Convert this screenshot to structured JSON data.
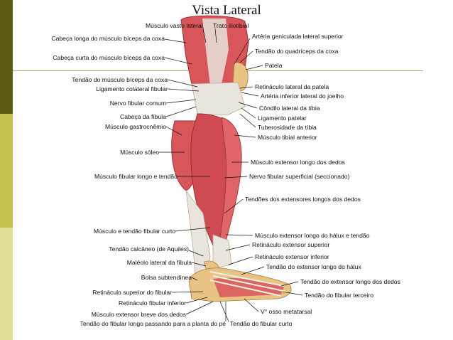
{
  "title": "Vista Lateral",
  "colors": {
    "bar_top": "#5c5c14",
    "bar_mid": "#c7c24e",
    "bar_bottom": "#e2df9a",
    "divider": "#b8b052",
    "muscle": "#d8555a",
    "tendon": "#e9e4dc",
    "bone": "#e8c384"
  },
  "labels_left": [
    "Cabeça longa do músculo bíceps da coxa",
    "Cabeça curta do músculo bíceps da coxa",
    "Tendão do músculo bíceps da coxa",
    "Ligamento colateral fibular",
    "Nervo fibular comum",
    "Cabeça da fíbula",
    "Músculo gastrocnêmio",
    "Músculo sóleo",
    "Músculo fibular longo e tendão",
    "Músculo e tendão fibular curto",
    "Tendão calcâneo (de Aquiles)",
    "Maléolo lateral da fíbula",
    "Bolsa subtendínea",
    "Retináculo superior do fibular",
    "Retináculo fibular inferior",
    "Músculo extensor breve dos dedos",
    "Tendão do fibular longo passando para a planta do pé"
  ],
  "labels_right": [
    "Artéria geniculada lateral superior",
    "Tendão do quadríceps da coxa",
    "Patela",
    "Retináculo lateral da patela",
    "Artéria inferior lateral do joelho",
    "Côndilo lateral da tíbia",
    "Ligamento patelar",
    "Tuberosidade da tíbia",
    "Músculo tibial anterior",
    "Músculo extensor longo dos dedos",
    "Nervo fibular superficial (seccionado)",
    "Tendões dos extensores longos dos dedos",
    "Músculo extensor longo do hálux e tendão",
    "Retináculo extensor superior",
    "Retináculo extensor inferior",
    "Tendão do extensor longo do hálux",
    "Tendão do extensor longo dos dedos",
    "Tendão do fibular terceiro",
    "V° osso metatarsal",
    "Tendão do fibular curto"
  ],
  "labels_top": [
    "Músculo vasto lateral",
    "Trato iliotibial"
  ]
}
